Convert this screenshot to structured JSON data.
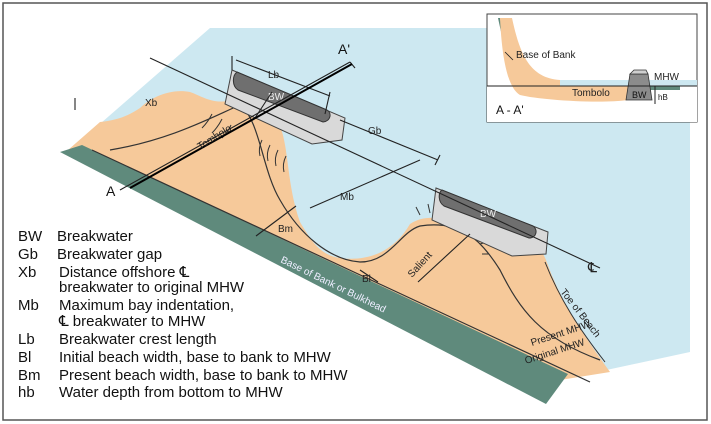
{
  "section_markers": {
    "a_prime": "A'",
    "a": "A"
  },
  "dimension_labels": {
    "lb": "Lb",
    "xb": "Xb",
    "gb": "Gb",
    "mb": "Mb",
    "bm": "Bm",
    "bl": "Bl",
    "bw1": "BW",
    "bw2": "BW",
    "centerline": "℄"
  },
  "feature_labels": {
    "tombolo": "Tombolo",
    "salient": "Salient",
    "toe_of_beach": "Toe of Beach",
    "present_mhw": "Present MHW",
    "original_mhw": "Original MHW",
    "base_of_bank": "Base of Bank or Bulkhead"
  },
  "inset": {
    "base_of_bank": "Base of Bank",
    "mhw": "MHW",
    "tombolo": "Tombolo",
    "bw": "BW",
    "hb": "hB",
    "section": "A - A'"
  },
  "legend": [
    {
      "key": "BW",
      "desc": "Breakwater"
    },
    {
      "key": "Gb",
      "desc": "Breakwater gap"
    },
    {
      "key": "Xb",
      "desc": "Distance offshore ℄",
      "desc2": "breakwater to original MHW"
    },
    {
      "key": "Mb",
      "desc": "Maximum bay indentation,",
      "desc2": "℄ breakwater to MHW"
    },
    {
      "key": "Lb",
      "desc": "Breakwater crest length"
    },
    {
      "key": "Bl",
      "desc": "Initial beach width, base to bank to MHW"
    },
    {
      "key": "Bm",
      "desc": "Present beach width, base to bank to MHW"
    },
    {
      "key": "hb",
      "desc": "Water depth from bottom to MHW"
    }
  ],
  "colors": {
    "water": "#cde8f1",
    "beach": "#f6c99a",
    "bank": "#5f8a7c",
    "breakwater_top": "#6f6f6f",
    "breakwater_base": "#d9d9d9"
  }
}
